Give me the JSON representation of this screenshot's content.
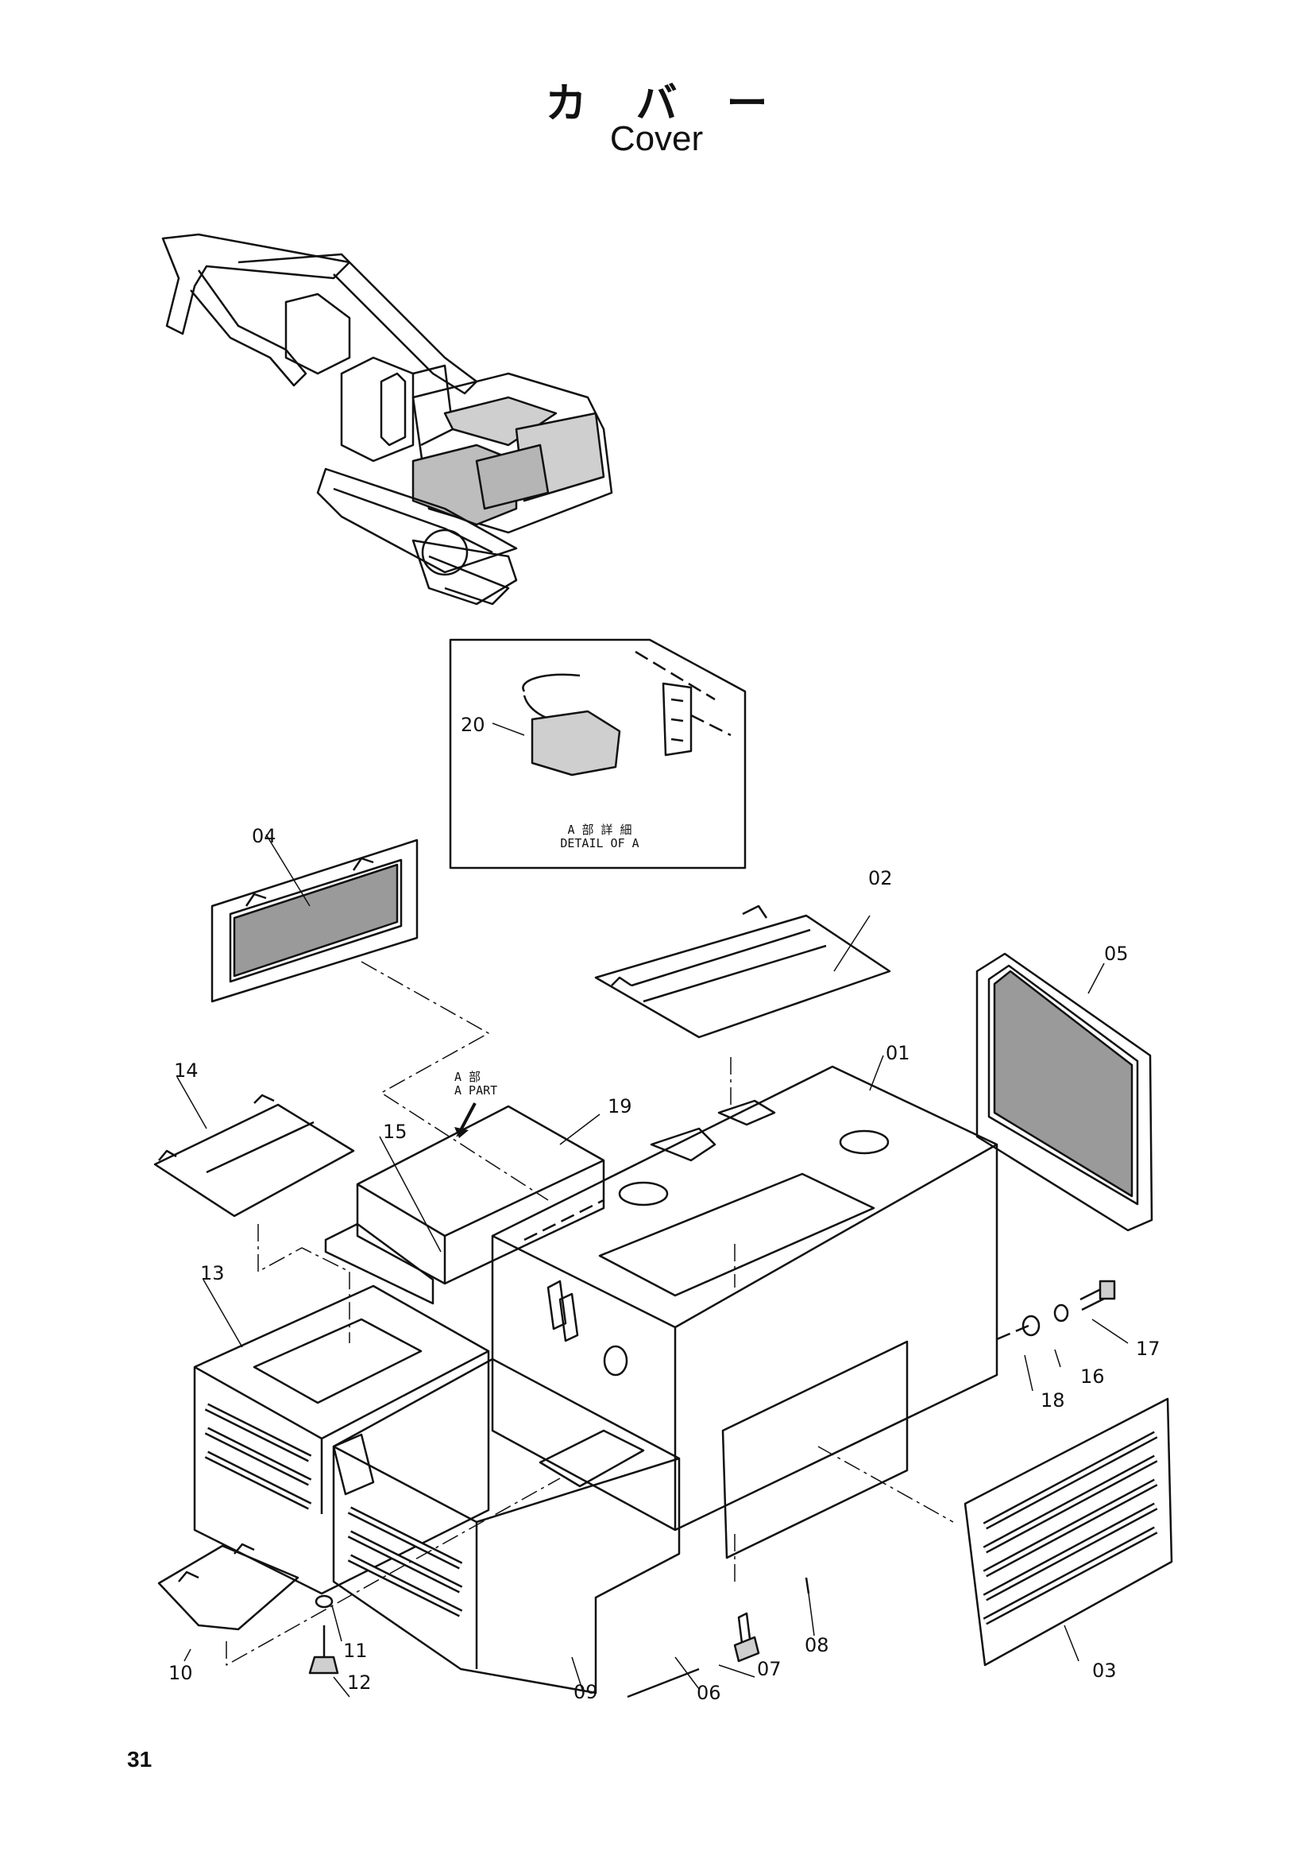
{
  "header": {
    "title_jp": "カバー",
    "title_en": "Cover"
  },
  "detail": {
    "caption_jp": "A 部 詳 細",
    "caption_en": "DETAIL OF A"
  },
  "a_part": {
    "jp": "A 部",
    "en": "A PART"
  },
  "parts": {
    "p01": "01",
    "p02": "02",
    "p03": "03",
    "p04": "04",
    "p05": "05",
    "p06": "06",
    "p07": "07",
    "p08": "08",
    "p09": "09",
    "p10": "10",
    "p11": "11",
    "p12": "12",
    "p13": "13",
    "p14": "14",
    "p15": "15",
    "p16": "16",
    "p17": "17",
    "p18": "18",
    "p19": "19",
    "p20": "20"
  },
  "footer": {
    "page_number": "31"
  }
}
